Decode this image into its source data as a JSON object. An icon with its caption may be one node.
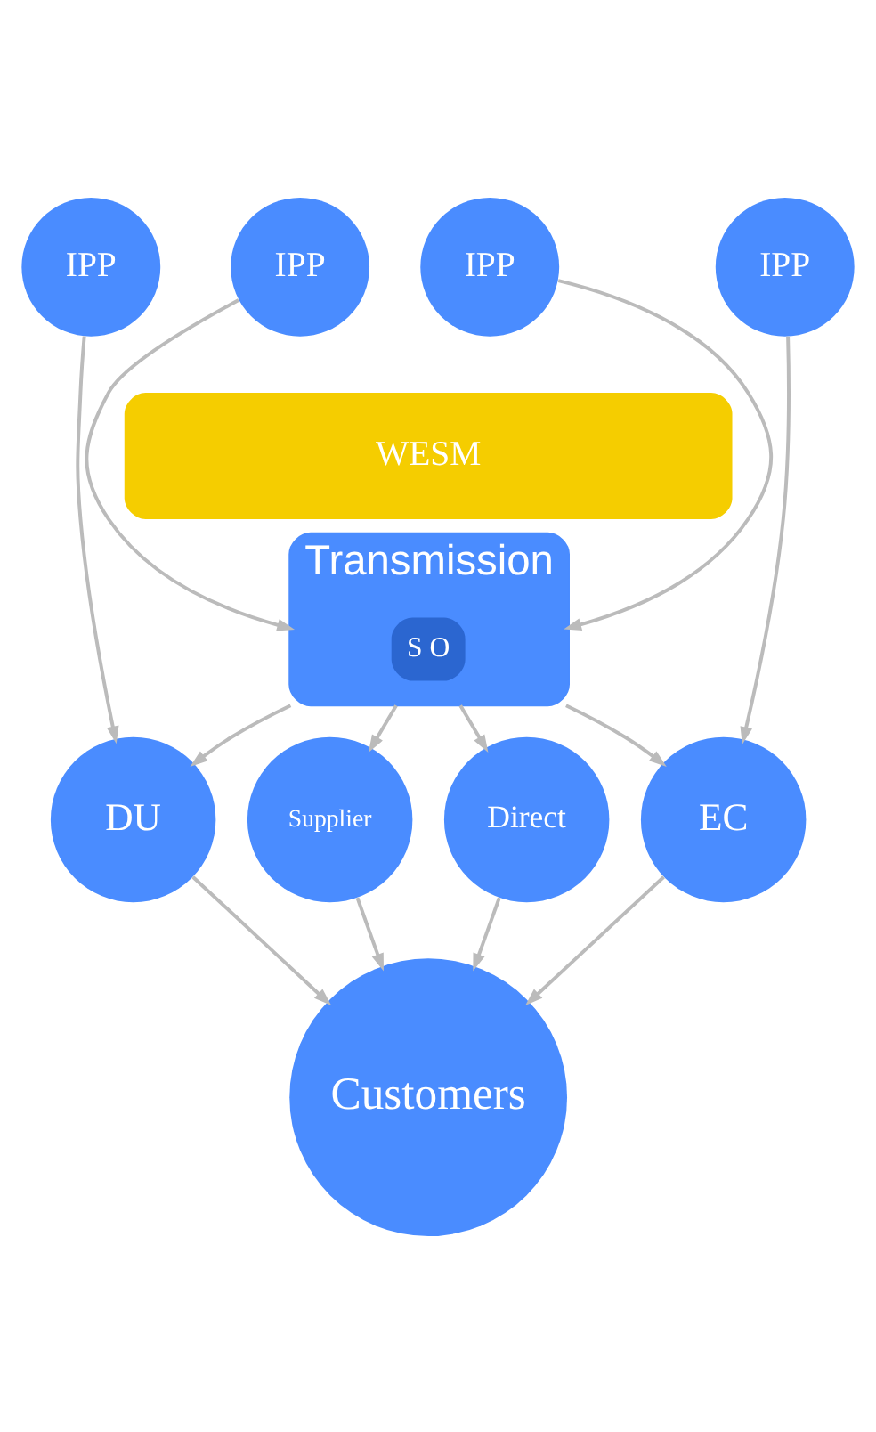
{
  "diagram": {
    "nodes": [
      {
        "text": [
          "IPP"
        ]
      },
      {
        "text": [
          "IPP"
        ]
      },
      {
        "text": [
          "IPP"
        ]
      },
      {
        "text": [
          "IPP"
        ]
      },
      {
        "text": [
          "WESM"
        ]
      },
      {
        "text": [
          "Transmission"
        ]
      },
      {
        "text": [
          "S O"
        ],
        "in": 5
      },
      {
        "text": [
          "DU"
        ]
      },
      {
        "text": [
          "Supplier"
        ]
      },
      {
        "text": [
          "Direct"
        ]
      },
      {
        "text": [
          "EC"
        ]
      },
      {
        "text": [
          "Customers"
        ]
      }
    ],
    "edges": [
      {
        "from": 0,
        "to": 7,
        "arrow": "to"
      },
      {
        "from": 1,
        "to": 5,
        "arrow": "to"
      },
      {
        "from": 2,
        "to": 5,
        "arrow": "to"
      },
      {
        "from": 3,
        "to": 10,
        "arrow": "to"
      },
      {
        "from": 5,
        "to": 7,
        "arrow": "to"
      },
      {
        "from": 5,
        "to": 8,
        "arrow": "to"
      },
      {
        "from": 5,
        "to": 9,
        "arrow": "to"
      },
      {
        "from": 5,
        "to": 10,
        "arrow": "to"
      },
      {
        "from": 7,
        "to": 11,
        "arrow": "to"
      },
      {
        "from": 8,
        "to": 11,
        "arrow": "to"
      },
      {
        "from": 9,
        "to": 11,
        "arrow": "to"
      },
      {
        "from": 10,
        "to": 11,
        "arrow": "to"
      }
    ]
  }
}
